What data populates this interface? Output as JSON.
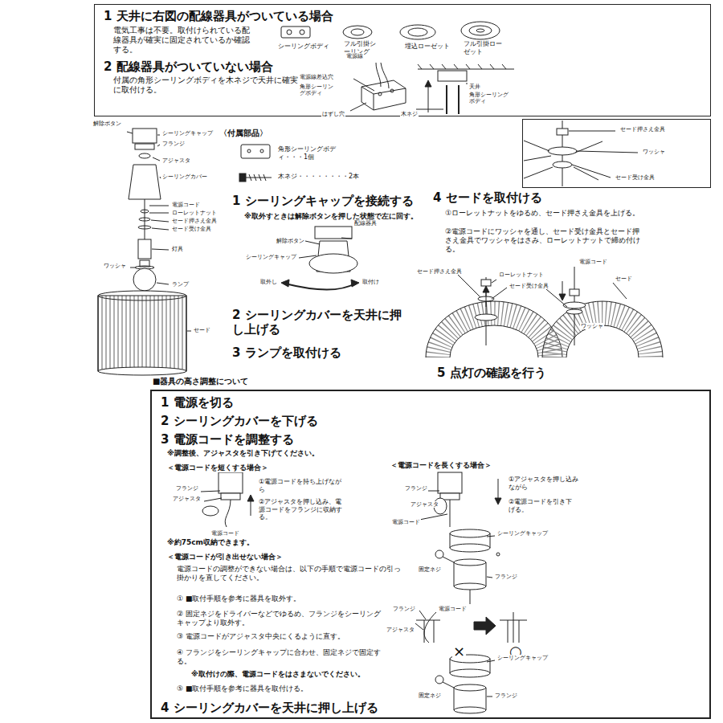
{
  "diagram": {
    "nodes": [
      {
        "text": [
          "1 天井に右図の配線器具がついている場合",
          "電気工事は不要。取付けられている配線器具が確実に固定されているか確認する。",
          "2 配線器具がついていない場合",
          "付属の角形シーリングボディを木ネジで天井に確実に取付ける。"
        ]
      },
      {
        "text": [
          "セード押さえ金具",
          "ワッシャ",
          "セード受け金具"
        ]
      },
      {
        "text": [
          "■器具の高さ調整について",
          "1 電源を切る",
          "2 シーリングカバーを下げる",
          "3 電源コードを調整する",
          "※調整後、アジャスタを引き下げてください。",
          "＜電源コードを短くする場合＞",
          "①電源コードを持ち上げながら",
          "②アジャスタを押し込み、電源コードをフランジに収納する。",
          "※約75cm収納できます。",
          "＜電源コードが引き出せない場合＞",
          "電源コードの調整ができない場合は、以下の手順で電源コードの引っ掛かりを直してください。",
          "① ■取付手順を参考に器具を取外す。",
          "② 固定ネジをドライバーなどでゆるめ、フランジをシーリングキャップより取外す。",
          "③ 電源コードがアジャスタ中央にくるように直す。",
          "④ フランジをシーリングキャップに合わせ、固定ネジで固定する。",
          "※取付けの際、電源コードをはさまないでください。",
          "⑤ ■取付手順を参考に器具を取付ける。",
          "4 シーリングカバーを天井に押し上げる"
        ]
      }
    ],
    "labels": [
      "シーリングボディ",
      "フル引掛シーリング",
      "埋込ローゼット",
      "フル引掛ローゼット",
      "電源線",
      "電源線差込穴",
      "角形シーリングボディ",
      "はずし穴",
      "天井",
      "角形シーリングボディ",
      "木ネジ",
      "解除ボタン",
      "シーリングキャップ",
      "フランジ",
      "アジャスタ",
      "シーリングカバー",
      "電源コード",
      "ローレットナット",
      "セード押さえ金具",
      "セード受け金具",
      "灯具",
      "ワッシャ",
      "ランプ",
      "セード",
      "〈付属部品〉",
      "角形シーリングボディ・・・1個",
      "木ネジ・・・・・・・・2本",
      "1 シーリングキャップを接続する",
      "※取外すときは解除ボタンを押した状態で左に回す。",
      "配線器具",
      "解除ボタン",
      "シーリングキャップ",
      "取外し",
      "取付け",
      "2 シーリングカバーを天井に押し上げる",
      "3 ランプを取付ける",
      "4 セードを取付ける",
      "①ローレットナットをゆるめ、セード押さえ金具を上げる。",
      "②電源コードにワッシャを通し、セード受け金具とセード押さえ金具でワッシャをはさみ、ローレットナットで締め付ける。",
      "セード押さえ金具",
      "ローレットナット",
      "セード受け金具",
      "電源コード",
      "セード",
      "ワッシャ",
      "5 点灯の確認を行う",
      "フランジ",
      "アジャスタ",
      "電源コード",
      "＜電源コードを長くする場合＞",
      "フランジ",
      "アジャスタ",
      "電源コード",
      "①アジャスタを押し込みながら",
      "②電源コードを引き下げる。",
      "シーリングキャップ",
      "固定ネジ",
      "フランジ",
      "フランジ",
      "電源コード",
      "アジャスタ",
      "×",
      "○",
      "シーリングキャップ",
      "固定ネジ",
      "フランジ"
    ]
  }
}
